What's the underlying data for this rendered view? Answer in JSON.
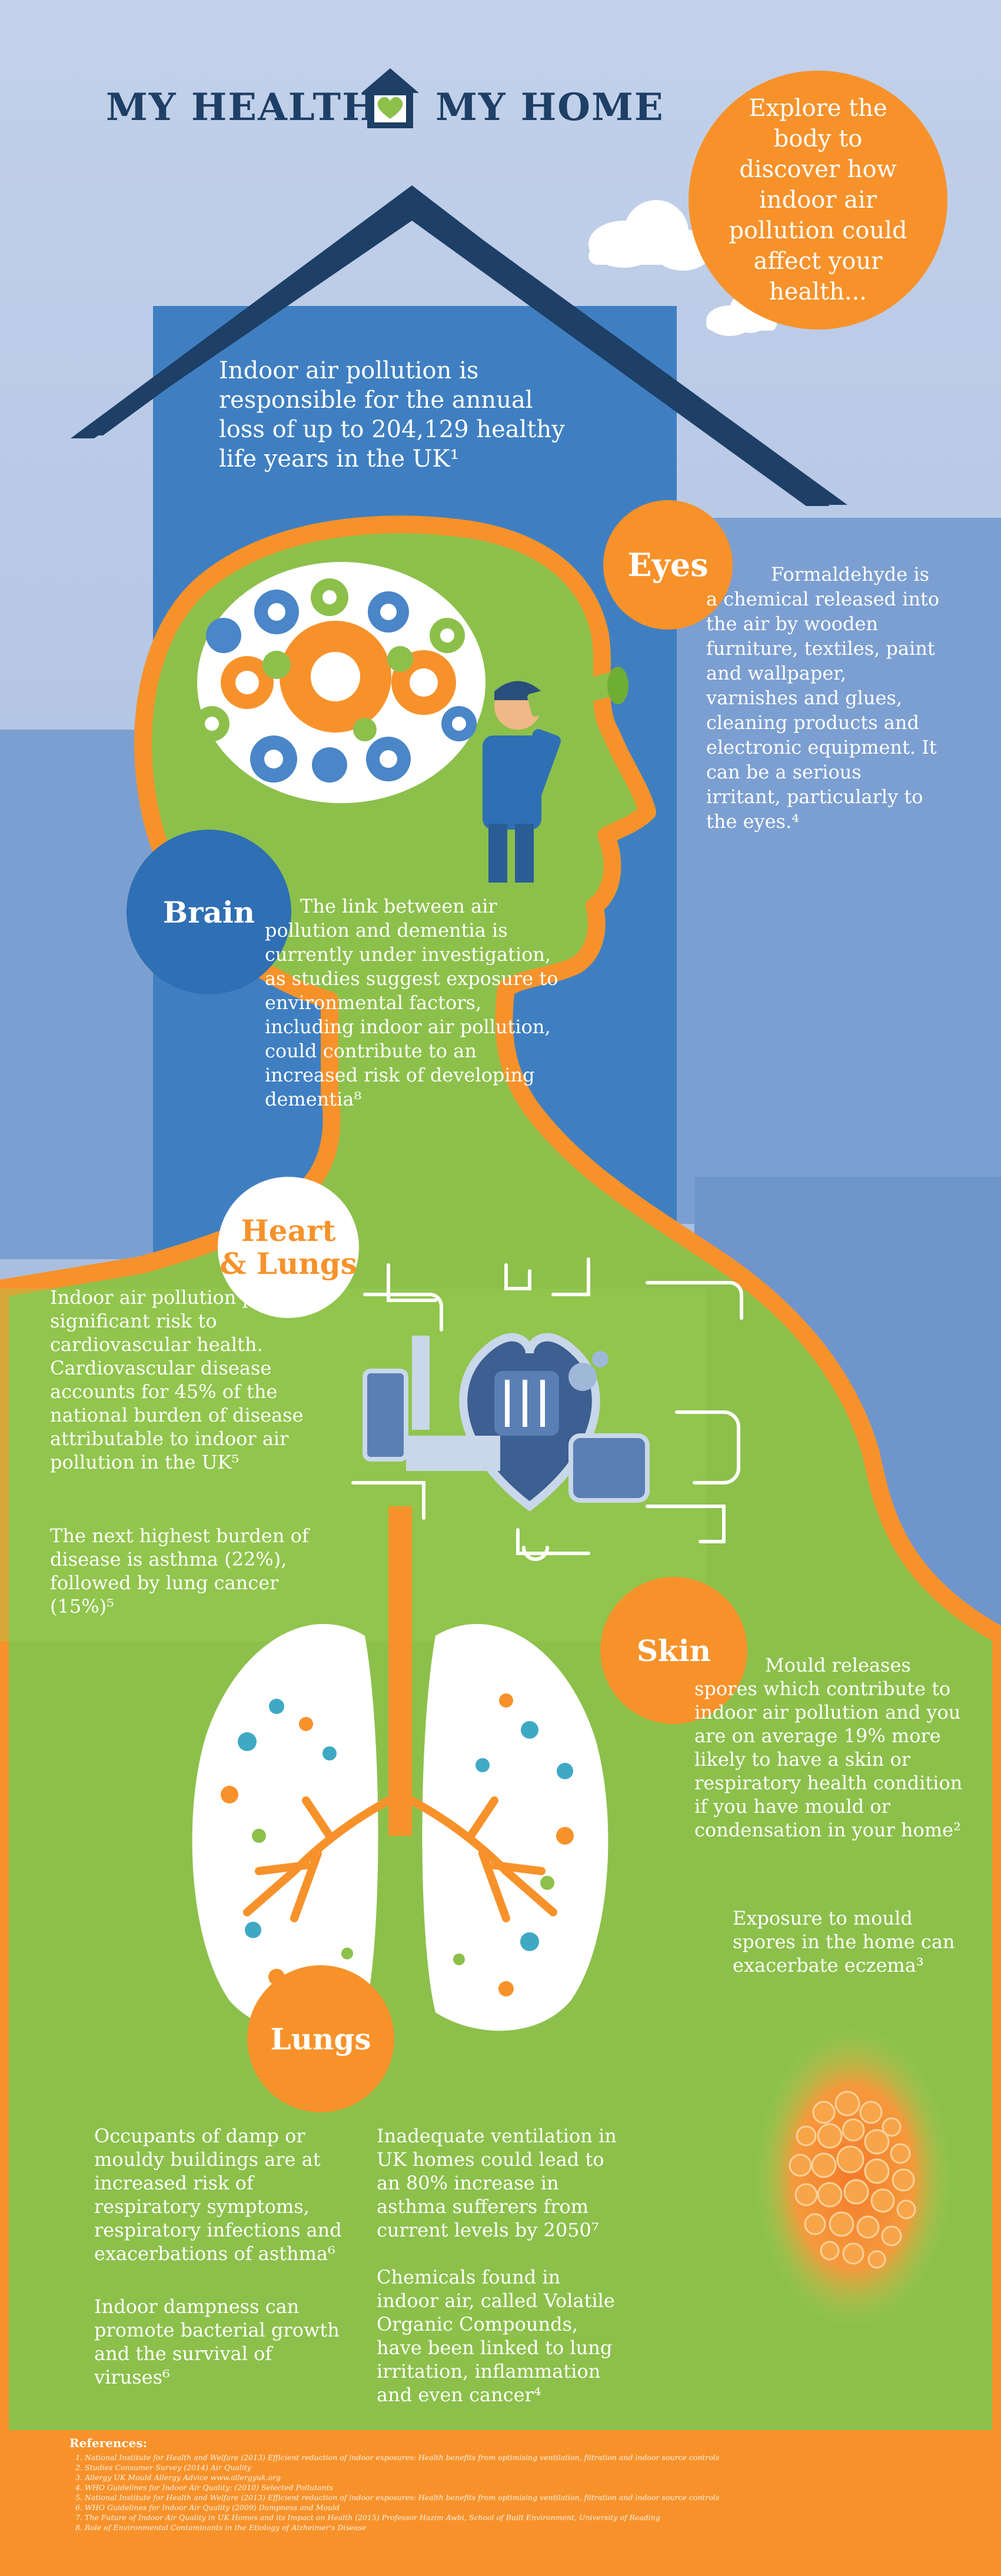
{
  "title": {
    "left": "MY HEALTH",
    "right": "MY HOME",
    "logo_icon": "house-heart-icon"
  },
  "intro_bubble": "Explore the body to discover how indoor air pollution could affect your health...",
  "headline_stat": "Indoor air pollution is responsible for the annual loss of up to 204,129 healthy life years in the UK¹",
  "sections": {
    "eyes": {
      "label": "Eyes",
      "text": "Formaldehyde is a chemical released into the air by wooden furniture, textiles, paint and wallpaper, varnishes and glues, cleaning products and electronic equipment. It can be a serious irritant, particularly to the eyes.⁴"
    },
    "brain": {
      "label": "Brain",
      "text": "The link between air pollution and dementia is currently under investigation, as studies suggest exposure to environmental factors, including indoor air pollution, could contribute to an increased risk of developing dementia⁸"
    },
    "heart_lungs": {
      "label_line1": "Heart",
      "label_line2": "& Lungs",
      "text1": "Indoor air pollution poses a significant risk to cardiovascular health. Cardiovascular disease accounts for 45% of the national burden of disease attributable to indoor air pollution in the UK⁵",
      "text2": "The next highest burden of disease is asthma (22%), followed by lung cancer (15%)⁵"
    },
    "skin": {
      "label": "Skin",
      "text1": "Mould releases spores which contribute to indoor air pollution and you are on average 19% more likely to have a skin or respiratory health condition if you have mould or condensation in your home²",
      "text2": "Exposure to mould spores in the home can exacerbate eczema³"
    },
    "lungs": {
      "label": "Lungs",
      "left_text1": "Occupants of damp or mouldy buildings are at increased risk of respiratory symptoms, respiratory infections and exacerbations of asthma⁶",
      "left_text2": "Indoor dampness can promote bacterial growth and the survival of viruses⁶",
      "right_text1": "Inadequate ventilation in UK homes could lead to an 80% increase in asthma sufferers from current levels by 2050⁷",
      "right_text2": "Chemicals found in indoor air, called Volatile Organic Compounds, have been linked to lung irritation, inflammation and even cancer⁴"
    }
  },
  "references": {
    "heading": "References:",
    "items": [
      "National Institute for Health and Welfare (2013) Efficient reduction of indoor exposures: Health benefits from optimising ventilation, filtration and indoor source controls",
      "Studies Consumer Survey (2014) Air Quality",
      "Allergy UK Mould Allergy Advice www.allergyuk.org",
      "WHO Guidelines for Indoor Air Quality: (2010) Selected Pollutants",
      "National Institute for Health and Welfare (2013) Efficient reduction of indoor exposures: Health benefits from optimising ventilation, filtration and indoor source controls",
      "WHO Guidelines for Indoor Air Quality (2009) Dampness and Mould",
      "The Future of Indoor Air Quality in UK Homes and its Impact on Health (2015) Professor Hazim Awbi, School of Built Environment, University of Reading",
      "Role of Environmental Contaminants in the Etiology of Alzheimer's Disease"
    ]
  },
  "colors": {
    "sky": "#9fb6dc",
    "navy": "#1e3f66",
    "house_blue": "#3f7fc1",
    "green": "#8cc04b",
    "orange": "#f7922b",
    "dark_blue": "#3b6db4",
    "white": "#ffffff"
  }
}
